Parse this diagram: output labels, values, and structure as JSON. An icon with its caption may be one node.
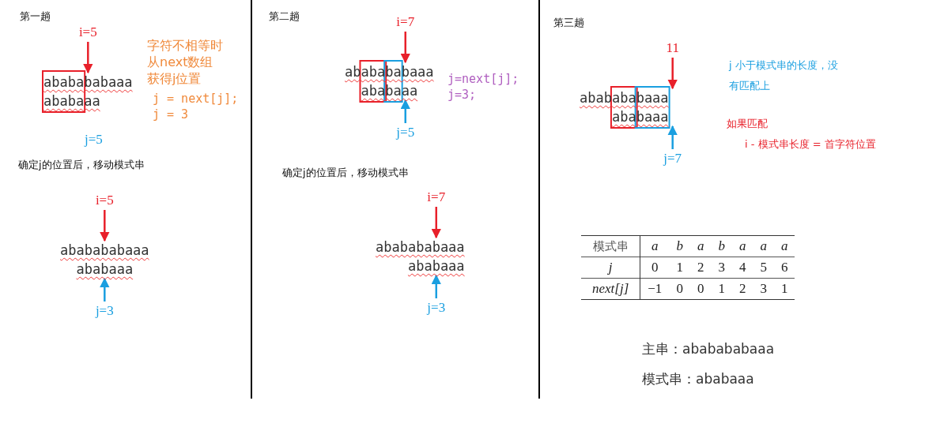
{
  "diagram": {
    "nodes": [
      {
        "text": [
          "i=5"
        ]
      },
      {
        "text": [
          "ababababaaa"
        ]
      },
      {
        "text": [
          "ababaaa"
        ]
      },
      {
        "text": [
          "i=5"
        ]
      },
      {
        "text": [
          "ababababaaa"
        ]
      },
      {
        "text": [
          "ababaaa"
        ]
      },
      {
        "text": [
          "j=3"
        ]
      },
      {
        "text": [
          "i=7"
        ]
      },
      {
        "text": [
          "ababababaaa"
        ]
      },
      {
        "text": [
          "ababaaa"
        ]
      },
      {
        "text": [
          "j=5"
        ]
      },
      {
        "text": [
          "i=7"
        ]
      },
      {
        "text": [
          "ababababaaa"
        ]
      },
      {
        "text": [
          "ababaaa"
        ]
      },
      {
        "text": [
          "j=3"
        ]
      },
      {
        "text": [
          "11"
        ]
      },
      {
        "text": [
          "ababababaaa"
        ]
      },
      {
        "text": [
          "ababaaa"
        ]
      },
      {
        "text": [
          "j=7"
        ]
      }
    ],
    "edges": [
      {
        "from": 0,
        "to": 1,
        "arrow": "to"
      },
      {
        "from": 3,
        "to": 4,
        "arrow": "to"
      },
      {
        "from": 6,
        "to": 5,
        "arrow": "to",
        "color": "#1a9fe0"
      },
      {
        "from": 7,
        "to": 8,
        "arrow": "to"
      },
      {
        "from": 10,
        "to": 9,
        "arrow": "to",
        "color": "#1a9fe0"
      },
      {
        "from": 11,
        "to": 12,
        "arrow": "to"
      },
      {
        "from": 14,
        "to": 13,
        "arrow": "to",
        "color": "#1a9fe0"
      },
      {
        "from": 15,
        "to": 16,
        "arrow": "to"
      },
      {
        "from": 18,
        "to": 17,
        "arrow": "to",
        "color": "#1a9fe0"
      }
    ],
    "labels": [
      "第一趟",
      "字符不相等时从next数组获得j位置",
      "j = next[j]; j = 3",
      "j=5",
      "确定j的位置后，移动模式串",
      "第二趟",
      "j=next[j]; j=3;",
      "确定j的位置后，移动模式串",
      "第三趟",
      "j 小于模式串的长度，没有匹配上",
      "如果匹配",
      "i - 模式串长度 = 首字符位置",
      "模式串",
      "a",
      "b",
      "a",
      "b",
      "a",
      "a",
      "a",
      "j",
      "0",
      "1",
      "2",
      "3",
      "4",
      "5",
      "6",
      "next[j]",
      "−1",
      "0",
      "0",
      "1",
      "2",
      "3",
      "1",
      "主串：ababababaaa",
      "模式串：ababaaa"
    ]
  }
}
